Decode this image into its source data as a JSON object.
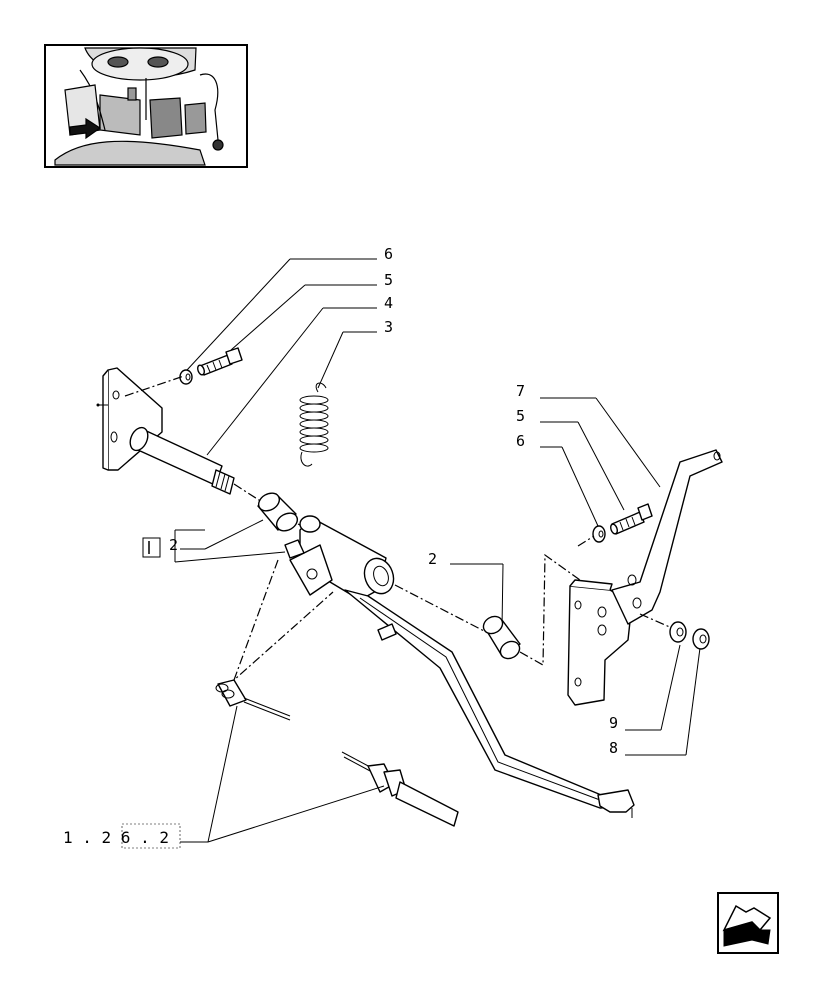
{
  "callouts": {
    "c6_top": "6",
    "c5_top": "5",
    "c4": "4",
    "c3": "3",
    "c7": "7",
    "c5_right": "5",
    "c6_right": "6",
    "c2_left": "2",
    "c2_mid": "2",
    "c9": "9",
    "c8": "8"
  },
  "reference": {
    "text": "1 . 2 6 . 2"
  },
  "icons": {
    "thumbnail": "tractor-pedal-location-thumbnail",
    "nav": "back-arrow-icon"
  }
}
